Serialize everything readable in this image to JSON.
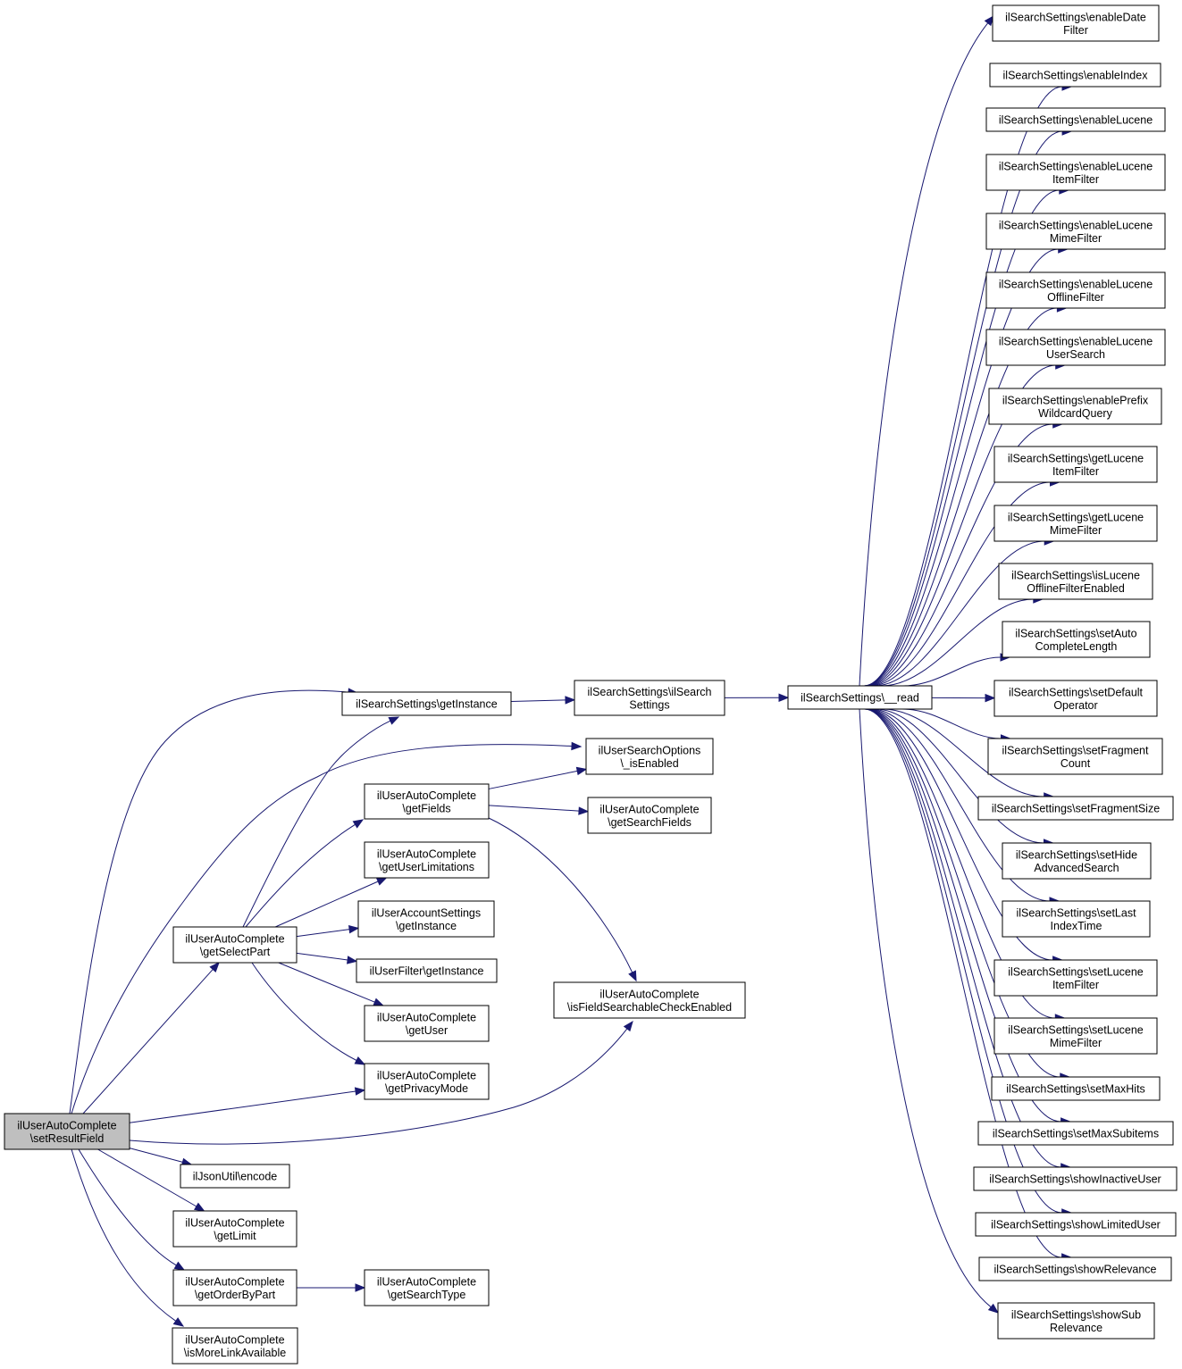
{
  "diagram": {
    "colors": {
      "edge": "#191970",
      "node_border": "#000000",
      "root_fill": "#bfbfbf",
      "node_fill": "#ffffff"
    },
    "nodes": [
      {
        "id": "setResultField",
        "lines": [
          "ilUserAutoComplete",
          "\\setResultField"
        ],
        "root": true
      },
      {
        "id": "getInstance",
        "lines": [
          "ilSearchSettings\\getInstance"
        ]
      },
      {
        "id": "ilSearchSettingsCtor",
        "lines": [
          "ilSearchSettings\\ilSearch",
          "Settings"
        ]
      },
      {
        "id": "read",
        "lines": [
          "ilSearchSettings\\__read"
        ]
      },
      {
        "id": "isEnabled",
        "lines": [
          "ilUserSearchOptions",
          "\\_isEnabled"
        ]
      },
      {
        "id": "getFields",
        "lines": [
          "ilUserAutoComplete",
          "\\getFields"
        ]
      },
      {
        "id": "getSearchFields",
        "lines": [
          "ilUserAutoComplete",
          "\\getSearchFields"
        ]
      },
      {
        "id": "getUserLimitations",
        "lines": [
          "ilUserAutoComplete",
          "\\getUserLimitations"
        ]
      },
      {
        "id": "accountGetInstance",
        "lines": [
          "ilUserAccountSettings",
          "\\getInstance"
        ]
      },
      {
        "id": "getSelectPart",
        "lines": [
          "ilUserAutoComplete",
          "\\getSelectPart"
        ]
      },
      {
        "id": "userFilterGetInstance",
        "lines": [
          "ilUserFilter\\getInstance"
        ]
      },
      {
        "id": "isFieldSearchable",
        "lines": [
          "ilUserAutoComplete",
          "\\isFieldSearchableCheckEnabled"
        ]
      },
      {
        "id": "getUser",
        "lines": [
          "ilUserAutoComplete",
          "\\getUser"
        ]
      },
      {
        "id": "getPrivacyMode",
        "lines": [
          "ilUserAutoComplete",
          "\\getPrivacyMode"
        ]
      },
      {
        "id": "encode",
        "lines": [
          "ilJsonUtil\\encode"
        ]
      },
      {
        "id": "getLimit",
        "lines": [
          "ilUserAutoComplete",
          "\\getLimit"
        ]
      },
      {
        "id": "getOrderByPart",
        "lines": [
          "ilUserAutoComplete",
          "\\getOrderByPart"
        ]
      },
      {
        "id": "getSearchType",
        "lines": [
          "ilUserAutoComplete",
          "\\getSearchType"
        ]
      },
      {
        "id": "isMoreLinkAvailable",
        "lines": [
          "ilUserAutoComplete",
          "\\isMoreLinkAvailable"
        ]
      },
      {
        "id": "enableDateFilter",
        "lines": [
          "ilSearchSettings\\enableDate",
          "Filter"
        ]
      },
      {
        "id": "enableIndex",
        "lines": [
          "ilSearchSettings\\enableIndex"
        ]
      },
      {
        "id": "enableLucene",
        "lines": [
          "ilSearchSettings\\enableLucene"
        ]
      },
      {
        "id": "enableLuceneItemFilter",
        "lines": [
          "ilSearchSettings\\enableLucene",
          "ItemFilter"
        ]
      },
      {
        "id": "enableLuceneMimeFilter",
        "lines": [
          "ilSearchSettings\\enableLucene",
          "MimeFilter"
        ]
      },
      {
        "id": "enableLuceneOfflineFilter",
        "lines": [
          "ilSearchSettings\\enableLucene",
          "OfflineFilter"
        ]
      },
      {
        "id": "enableLuceneUserSearch",
        "lines": [
          "ilSearchSettings\\enableLucene",
          "UserSearch"
        ]
      },
      {
        "id": "enablePrefixWildcardQuery",
        "lines": [
          "ilSearchSettings\\enablePrefix",
          "WildcardQuery"
        ]
      },
      {
        "id": "getLuceneItemFilter",
        "lines": [
          "ilSearchSettings\\getLucene",
          "ItemFilter"
        ]
      },
      {
        "id": "getLuceneMimeFilter",
        "lines": [
          "ilSearchSettings\\getLucene",
          "MimeFilter"
        ]
      },
      {
        "id": "isLuceneOfflineFilterEnabled",
        "lines": [
          "ilSearchSettings\\isLucene",
          "OfflineFilterEnabled"
        ]
      },
      {
        "id": "setAutoCompleteLength",
        "lines": [
          "ilSearchSettings\\setAuto",
          "CompleteLength"
        ]
      },
      {
        "id": "setDefaultOperator",
        "lines": [
          "ilSearchSettings\\setDefault",
          "Operator"
        ]
      },
      {
        "id": "setFragmentCount",
        "lines": [
          "ilSearchSettings\\setFragment",
          "Count"
        ]
      },
      {
        "id": "setFragmentSize",
        "lines": [
          "ilSearchSettings\\setFragmentSize"
        ]
      },
      {
        "id": "setHideAdvancedSearch",
        "lines": [
          "ilSearchSettings\\setHide",
          "AdvancedSearch"
        ]
      },
      {
        "id": "setLastIndexTime",
        "lines": [
          "ilSearchSettings\\setLast",
          "IndexTime"
        ]
      },
      {
        "id": "setLuceneItemFilter",
        "lines": [
          "ilSearchSettings\\setLucene",
          "ItemFilter"
        ]
      },
      {
        "id": "setLuceneMimeFilter",
        "lines": [
          "ilSearchSettings\\setLucene",
          "MimeFilter"
        ]
      },
      {
        "id": "setMaxHits",
        "lines": [
          "ilSearchSettings\\setMaxHits"
        ]
      },
      {
        "id": "setMaxSubitems",
        "lines": [
          "ilSearchSettings\\setMaxSubitems"
        ]
      },
      {
        "id": "showInactiveUser",
        "lines": [
          "ilSearchSettings\\showInactiveUser"
        ]
      },
      {
        "id": "showLimitedUser",
        "lines": [
          "ilSearchSettings\\showLimitedUser"
        ]
      },
      {
        "id": "showRelevance",
        "lines": [
          "ilSearchSettings\\showRelevance"
        ]
      },
      {
        "id": "showSubRelevance",
        "lines": [
          "ilSearchSettings\\showSub",
          "Relevance"
        ]
      }
    ],
    "edges": [
      {
        "from": "setResultField",
        "to": "getInstance"
      },
      {
        "from": "setResultField",
        "to": "isEnabled"
      },
      {
        "from": "setResultField",
        "to": "getSelectPart"
      },
      {
        "from": "setResultField",
        "to": "getPrivacyMode"
      },
      {
        "from": "setResultField",
        "to": "isFieldSearchable"
      },
      {
        "from": "setResultField",
        "to": "encode"
      },
      {
        "from": "setResultField",
        "to": "getLimit"
      },
      {
        "from": "setResultField",
        "to": "getOrderByPart"
      },
      {
        "from": "setResultField",
        "to": "isMoreLinkAvailable"
      },
      {
        "from": "getInstance",
        "to": "ilSearchSettingsCtor"
      },
      {
        "from": "ilSearchSettingsCtor",
        "to": "read"
      },
      {
        "from": "getSelectPart",
        "to": "getInstance"
      },
      {
        "from": "getSelectPart",
        "to": "getFields"
      },
      {
        "from": "getSelectPart",
        "to": "getUserLimitations"
      },
      {
        "from": "getSelectPart",
        "to": "accountGetInstance"
      },
      {
        "from": "getSelectPart",
        "to": "userFilterGetInstance"
      },
      {
        "from": "getSelectPart",
        "to": "getUser"
      },
      {
        "from": "getSelectPart",
        "to": "getPrivacyMode"
      },
      {
        "from": "getFields",
        "to": "isEnabled"
      },
      {
        "from": "getFields",
        "to": "getSearchFields"
      },
      {
        "from": "getFields",
        "to": "isFieldSearchable"
      },
      {
        "from": "getOrderByPart",
        "to": "getSearchType"
      },
      {
        "from": "read",
        "to": "enableDateFilter"
      },
      {
        "from": "read",
        "to": "enableIndex"
      },
      {
        "from": "read",
        "to": "enableLucene"
      },
      {
        "from": "read",
        "to": "enableLuceneItemFilter"
      },
      {
        "from": "read",
        "to": "enableLuceneMimeFilter"
      },
      {
        "from": "read",
        "to": "enableLuceneOfflineFilter"
      },
      {
        "from": "read",
        "to": "enableLuceneUserSearch"
      },
      {
        "from": "read",
        "to": "enablePrefixWildcardQuery"
      },
      {
        "from": "read",
        "to": "getLuceneItemFilter"
      },
      {
        "from": "read",
        "to": "getLuceneMimeFilter"
      },
      {
        "from": "read",
        "to": "isLuceneOfflineFilterEnabled"
      },
      {
        "from": "read",
        "to": "setAutoCompleteLength"
      },
      {
        "from": "read",
        "to": "setDefaultOperator"
      },
      {
        "from": "read",
        "to": "setFragmentCount"
      },
      {
        "from": "read",
        "to": "setFragmentSize"
      },
      {
        "from": "read",
        "to": "setHideAdvancedSearch"
      },
      {
        "from": "read",
        "to": "setLastIndexTime"
      },
      {
        "from": "read",
        "to": "setLuceneItemFilter"
      },
      {
        "from": "read",
        "to": "setLuceneMimeFilter"
      },
      {
        "from": "read",
        "to": "setMaxHits"
      },
      {
        "from": "read",
        "to": "setMaxSubitems"
      },
      {
        "from": "read",
        "to": "showInactiveUser"
      },
      {
        "from": "read",
        "to": "showLimitedUser"
      },
      {
        "from": "read",
        "to": "showRelevance"
      },
      {
        "from": "read",
        "to": "showSubRelevance"
      }
    ]
  }
}
